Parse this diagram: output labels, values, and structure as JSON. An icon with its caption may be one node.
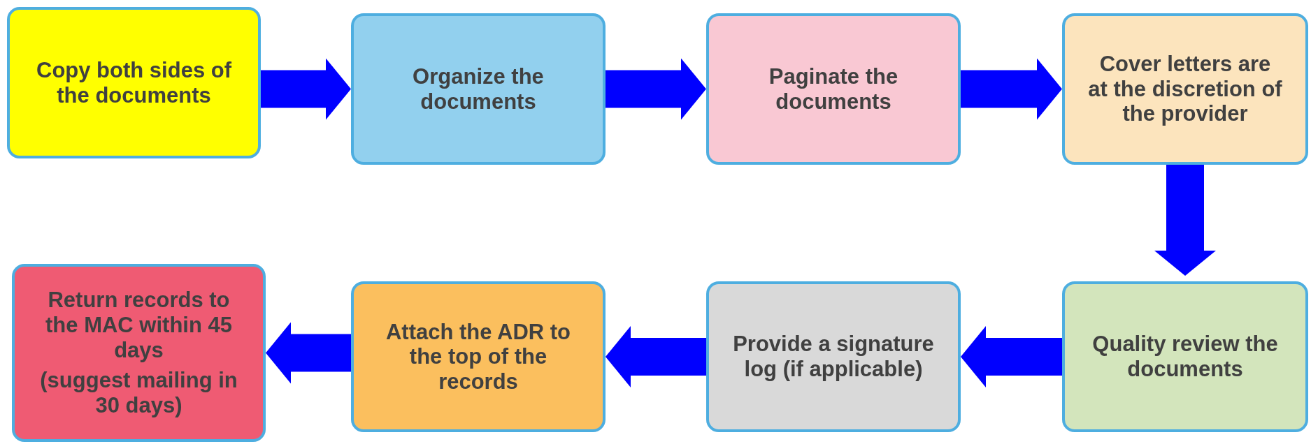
{
  "diagram": {
    "nodes": [
      {
        "text": [
          "Copy both sides of the documents"
        ]
      },
      {
        "text": [
          "Organize the documents"
        ]
      },
      {
        "text": [
          "Paginate the documents"
        ]
      },
      {
        "text": [
          "Cover letters are at the discretion of the provider"
        ]
      },
      {
        "text": [
          "Quality review the documents"
        ]
      },
      {
        "text": [
          "Provide a signature log (if applicable)"
        ]
      },
      {
        "text": [
          "Attach the ADR to the top of the records"
        ]
      },
      {
        "text": [
          "Return records to the MAC within 45 days",
          "(suggest mailing in 30 days)"
        ]
      }
    ],
    "edges": [
      {
        "from": 0,
        "to": 1,
        "arrow": "to"
      },
      {
        "from": 1,
        "to": 2,
        "arrow": "to"
      },
      {
        "from": 2,
        "to": 3,
        "arrow": "to"
      },
      {
        "from": 3,
        "to": 4,
        "arrow": "to"
      },
      {
        "from": 4,
        "to": 5,
        "arrow": "to"
      },
      {
        "from": 5,
        "to": 6,
        "arrow": "to"
      },
      {
        "from": 6,
        "to": 7,
        "arrow": "to"
      }
    ]
  }
}
